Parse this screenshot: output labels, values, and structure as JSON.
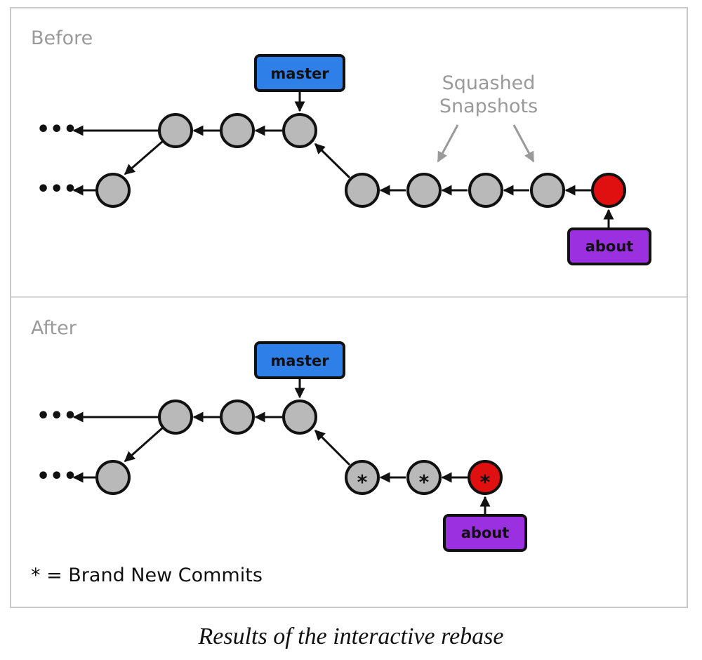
{
  "panels": {
    "before": {
      "title": "Before",
      "master_label": "master",
      "about_label": "about",
      "annotation_line1": "Squashed",
      "annotation_line2": "Snapshots"
    },
    "after": {
      "title": "After",
      "master_label": "master",
      "about_label": "about",
      "new_commit_marker": "*",
      "legend": "* = Brand New Commits"
    }
  },
  "ellipsis": "•••",
  "caption": "Results of the interactive rebase",
  "colors": {
    "commit": "#b9b9b9",
    "head_commit": "#e01010",
    "master_label": "#2f7fe8",
    "about_label": "#9b30e0",
    "annotation": "#9a9a9a",
    "outline": "#111111"
  }
}
